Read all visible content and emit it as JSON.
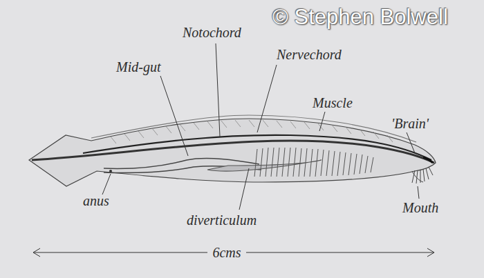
{
  "diagram": {
    "labels": [
      "© Stephen Bolwell",
      "Notochord",
      "Mid-gut",
      "Nervechord",
      "Muscle",
      "'Brain'",
      "anus",
      "Mouth",
      "diverticulum",
      "6cms"
    ]
  }
}
